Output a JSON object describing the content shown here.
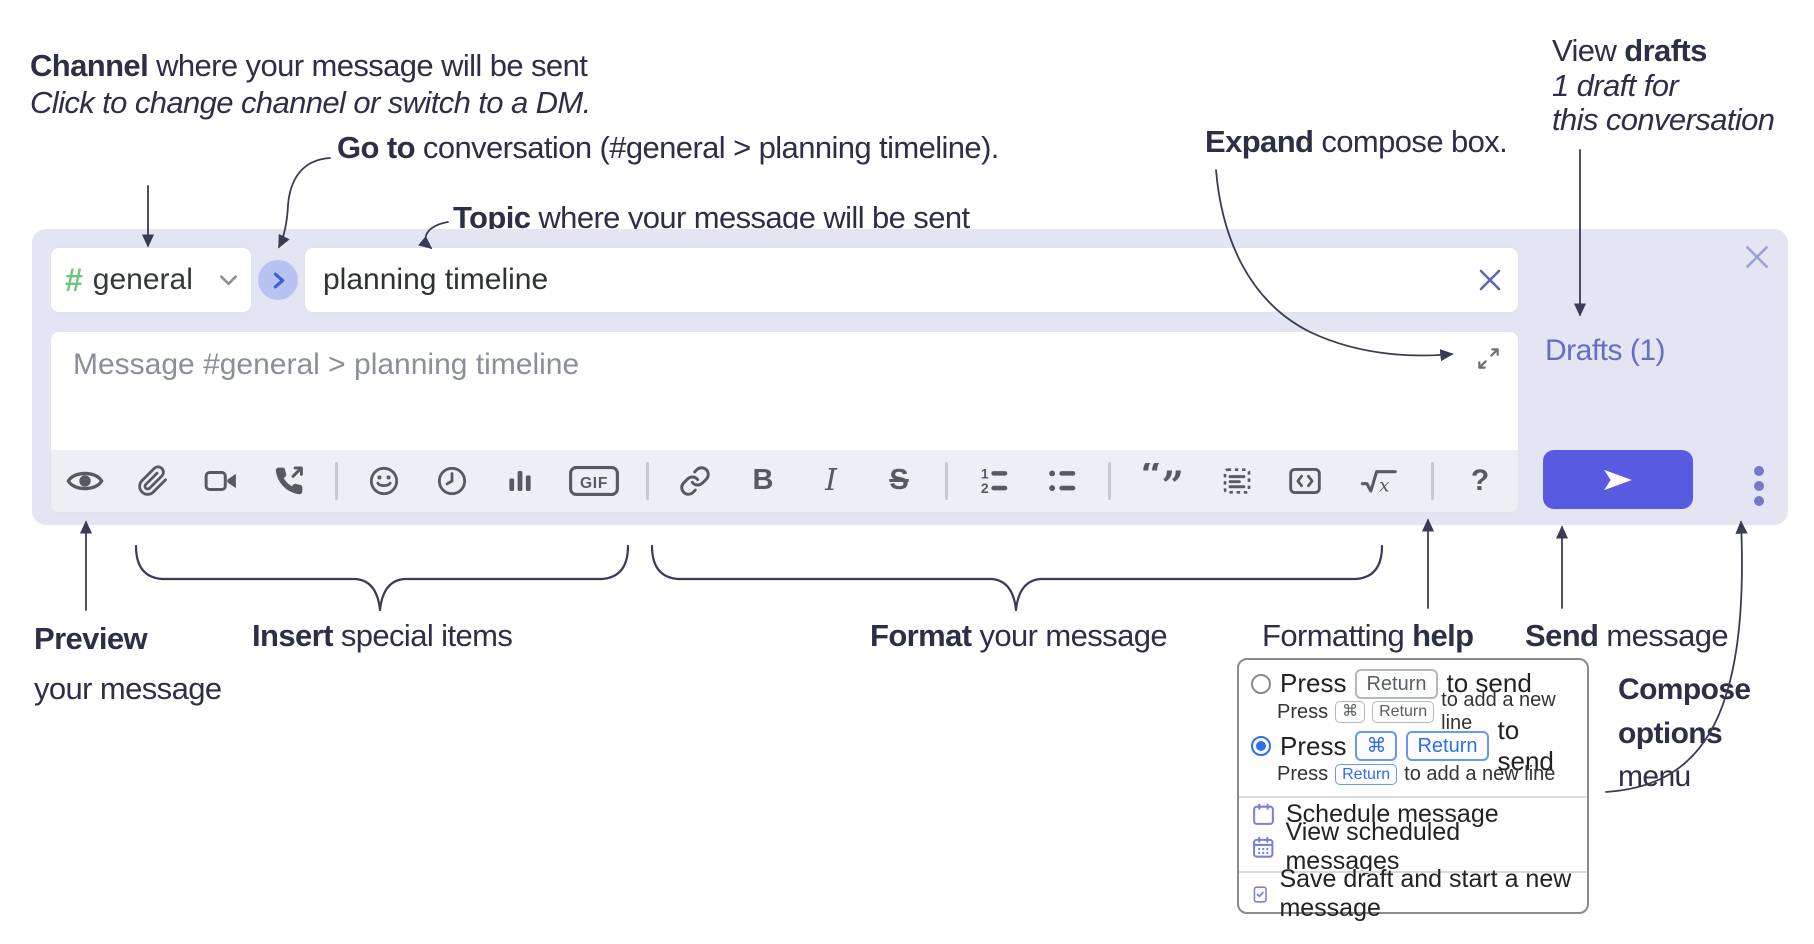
{
  "annotations": {
    "channel": {
      "bold": "Channel",
      "rest": " where your message will be sent",
      "sub": "Click to change channel or switch to a DM."
    },
    "go_to": {
      "bold": "Go to",
      "rest": " conversation (#general > planning timeline)."
    },
    "topic": {
      "bold": "Topic",
      "rest": " where your message will be sent"
    },
    "expand": {
      "bold": "Expand",
      "rest": " compose box."
    },
    "view_drafts": {
      "pre": "View ",
      "bold": "drafts",
      "line2": "1 draft for",
      "line3": "this conversation"
    },
    "preview": {
      "bold": "Preview",
      "line2": "your message"
    },
    "insert": {
      "bold": "Insert",
      "rest": " special items"
    },
    "format": {
      "bold": "Format",
      "rest": " your message"
    },
    "formatting_help": {
      "pre": "Formatting ",
      "bold": "help"
    },
    "send": {
      "bold": "Send",
      "rest": " message"
    },
    "compose_options": {
      "line1": "Compose",
      "line2": "options",
      "line3": "menu"
    }
  },
  "compose": {
    "channel": {
      "hash": "#",
      "name": "general"
    },
    "topic_value": "planning timeline",
    "message_placeholder": "Message #general > planning timeline",
    "drafts_link": "Drafts (1)",
    "toolbar": {
      "gif": "GIF",
      "bold": "B",
      "italic": "I",
      "strike": "S",
      "help": "?",
      "ol1": "1",
      "ol2": "2",
      "math_x": "x"
    }
  },
  "popup": {
    "option1": {
      "press": "Press",
      "key_return": "Return",
      "suffix": "to send",
      "sub": {
        "press": "Press",
        "key_cmd": "⌘",
        "key_return": "Return",
        "suffix": "to add a new line"
      }
    },
    "option2": {
      "press": "Press",
      "key_cmd": "⌘",
      "key_return": "Return",
      "suffix": "to send",
      "sub": {
        "press": "Press",
        "key_return": "Return",
        "suffix": "to add a new line"
      }
    },
    "menu_items": [
      "Schedule message",
      "View scheduled messages",
      "Save draft and start a new message"
    ]
  },
  "colors": {
    "panel": "#e3e5f3",
    "accent_send": "#585ae0",
    "drafts_link": "#666dc6",
    "toolbar_icon": "#565a61",
    "hash_green": "#6cc57e",
    "popup_blue": "#2e6ef0",
    "menu_icon_purple": "#7b80d8",
    "annotation_ink": "#2d2f47"
  }
}
